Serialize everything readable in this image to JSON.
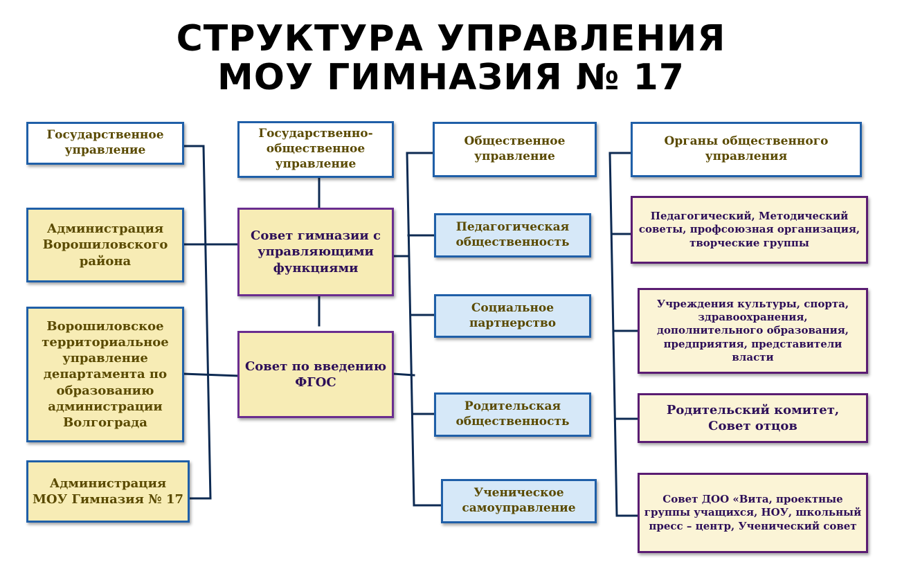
{
  "title": {
    "line1": "СТРУКТУРА УПРАВЛЕНИЯ",
    "line2": "МОУ ГИМНАЗИЯ № 17"
  },
  "boxes": {
    "gov": "Государственное управление",
    "admin_district": "Администрация Ворошиловского района",
    "territorial": "Ворошиловское территориальное управление департамента по образованию администрации Волгограда",
    "admin_school": "Администрация МОУ Гимназия № 17",
    "state_public": "Государственно-общественное управление",
    "council": "Совет гимназии с управляющими функциями",
    "fgos": "Совет по введению ФГОС",
    "public": "Общественное управление",
    "pedagog": "Педагогическая общественность",
    "social": "Социальное партнерство",
    "parental": "Родительская общественность",
    "student": "Ученическое самоуправление",
    "organs": "Органы общественного управления",
    "councils": "Педагогический, Методический советы, профсоюзная организация, творческие группы",
    "institutions": "Учреждения культуры, спорта, здравоохранения, дополнительного образования, предприятия, представители власти",
    "committee": "Родительский комитет, Совет отцов",
    "doo": "Совет ДОО «Вита, проектные группы учащихся, НОУ, школьный пресс – центр, Ученический совет"
  },
  "colors": {
    "blue_border": "#1f5fa8",
    "purple_border": "#6a2d8f",
    "tan_fill": "#f7ecb5",
    "light_blue_fill": "#d6e8f8"
  }
}
